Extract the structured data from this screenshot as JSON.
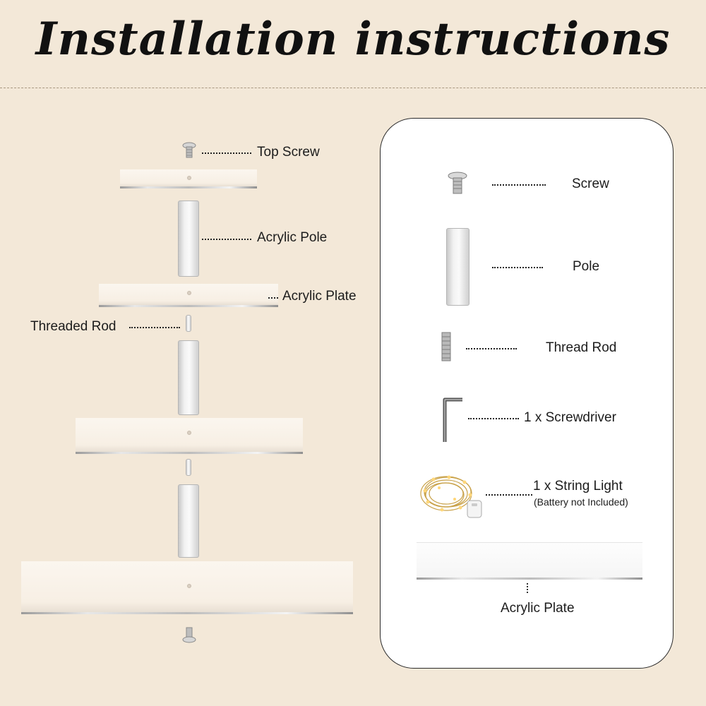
{
  "title": "Installation instructions",
  "assembly": {
    "top_screw": "Top Screw",
    "acrylic_pole": "Acrylic Pole",
    "acrylic_plate": "Acrylic Plate",
    "threaded_rod": "Threaded Rod"
  },
  "parts": {
    "screw": "Screw",
    "pole": "Pole",
    "thread_rod": "Thread Rod",
    "screwdriver": "1 x Screwdriver",
    "string_light": "1 x String Light",
    "battery_note": "(Battery not Included)",
    "plate": "Acrylic Plate"
  }
}
